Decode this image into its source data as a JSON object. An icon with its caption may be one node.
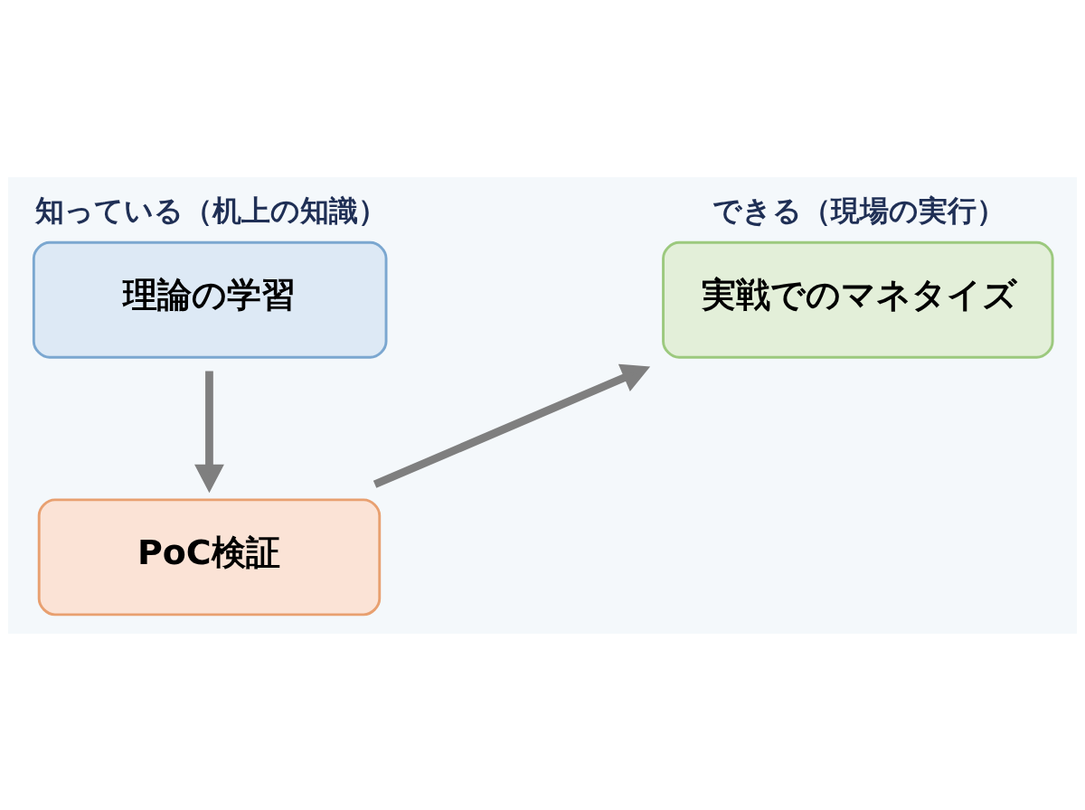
{
  "diagram": {
    "nodes": [
      {
        "text": [
          "知っている（机上の知識）",
          "理論の学習"
        ]
      },
      {
        "text": [
          "PoC検証"
        ]
      },
      {
        "text": [
          "できる（現場の実行）",
          "実戦でのマネタイズ"
        ]
      }
    ],
    "edges": [
      {
        "from": 0,
        "to": 1,
        "arrow": "to"
      },
      {
        "from": 1,
        "to": 2,
        "arrow": "to"
      }
    ]
  }
}
